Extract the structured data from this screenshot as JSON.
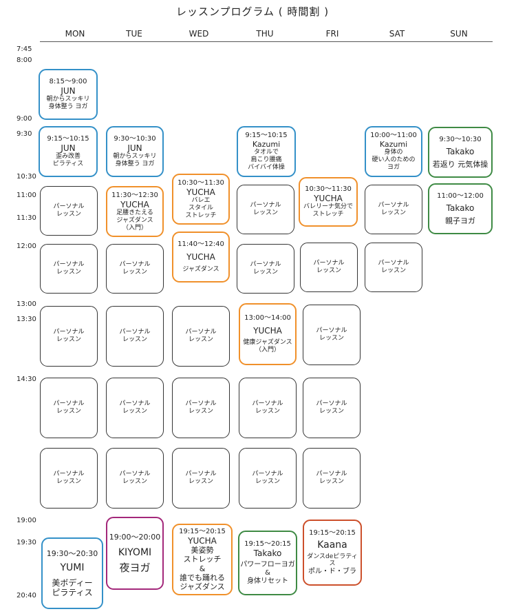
{
  "title": "レッスンプログラム ( 時間割 )",
  "days": [
    "MON",
    "TUE",
    "WED",
    "THU",
    "FRI",
    "SAT",
    "SUN"
  ],
  "times": [
    "7:45",
    "8:00",
    "9:00",
    "9:30",
    "10:30",
    "11:00",
    "11:30",
    "12:00",
    "13:00",
    "13:30",
    "14:30",
    "19:00",
    "19:30",
    "20:40"
  ],
  "personal": {
    "line1": "パーソナル",
    "line2": "レッスン"
  },
  "classes": {
    "mon1": {
      "time": "8:15～9:00",
      "name": "JUN",
      "desc1": "朝からスッキリ",
      "desc2": "身体整う ヨガ"
    },
    "mon2": {
      "time": "9:15～10:15",
      "name": "JUN",
      "desc1": "歪み改善",
      "desc2": "ピラティス"
    },
    "tue1": {
      "time": "9:30～10:30",
      "name": "JUN",
      "desc1": "朝からスッキリ",
      "desc2": "身体整う ヨガ"
    },
    "thu1": {
      "time": "9:15～10:15",
      "name": "Kazumi",
      "desc1": "タオルで",
      "desc2": "肩こり腰痛",
      "desc3": "バイバイ体操"
    },
    "sat1": {
      "time": "10:00～11:00",
      "name": "Kazumi",
      "desc1": "身体の",
      "desc2": "硬い人のための",
      "desc3": "ヨガ"
    },
    "sun1": {
      "time": "9:30～10:30",
      "name": "Takako",
      "desc1": "若返り 元気体操"
    },
    "sun2": {
      "time": "11:00～12:00",
      "name": "Takako",
      "desc1": "親子ヨガ"
    },
    "wed1": {
      "time": "10:30～11:30",
      "name": "YUCHA",
      "desc1": "バレエ",
      "desc2": "スタイル",
      "desc3": "ストレッチ"
    },
    "tue2": {
      "time": "11:30～12:30",
      "name": "YUCHA",
      "desc1": "足腰きたえる",
      "desc2": "ジャズダンス",
      "desc3": "（入門）"
    },
    "fri1": {
      "time": "10:30～11:30",
      "name": "YUCHA",
      "desc1": "バレリーナ気分で",
      "desc2": "ストレッチ"
    },
    "wed2": {
      "time": "11:40～12:40",
      "name": "YUCHA",
      "desc1": "ジャズダンス"
    },
    "thu2": {
      "time": "13:00～14:00",
      "name": "YUCHA",
      "desc1": "健康ジャズダンス",
      "desc2": "（入門）"
    },
    "mon3": {
      "time": "19:30～20:30",
      "name": "YUMI",
      "desc1": "美ボディー",
      "desc2": "ピラティス"
    },
    "tue3": {
      "time": "19:00～20:00",
      "name": "KIYOMI",
      "desc1": "夜ヨガ"
    },
    "wed3": {
      "time": "19:15～20:15",
      "name": "YUCHA",
      "desc1": "美姿勢",
      "desc2": "ストレッチ",
      "desc3": "&",
      "desc4": "誰でも踊れる",
      "desc5": "ジャズダンス"
    },
    "thu3": {
      "time": "19:15～20:15",
      "name": "Takako",
      "desc1": "パワーフローヨガ",
      "desc2": "&",
      "desc3": "身体リセット"
    },
    "fri2": {
      "time": "19:15～20:15",
      "name": "Kaana",
      "desc1": "ダンスdeピラティス",
      "desc2": "ポル・ド・ブラ"
    }
  },
  "colors": {
    "blue": "#3390c8",
    "orange": "#f0902a",
    "green": "#3e8a44",
    "purple": "#a3277a",
    "red": "#cc4f2a"
  }
}
